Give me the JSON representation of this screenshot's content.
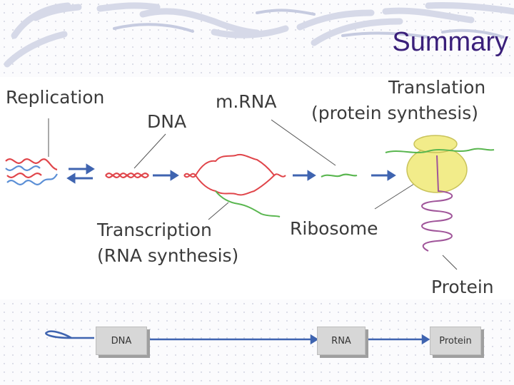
{
  "slide": {
    "title": "Summary"
  },
  "figure": {
    "labels": {
      "replication": "Replication",
      "dna": "DNA",
      "mrna": "m.RNA",
      "translation_line1": "Translation",
      "translation_line2": "(protein synthesis)",
      "transcription_line1": "Transcription",
      "transcription_line2": "(RNA synthesis)",
      "ribosome": "Ribosome",
      "protein": "Protein"
    }
  },
  "flow": {
    "boxes": [
      "DNA",
      "RNA",
      "Protein"
    ]
  },
  "colors": {
    "title": "#3a1f7a",
    "dna_red": "#e0454a",
    "dna_blue": "#5b8fd6",
    "rna_green": "#59b64f",
    "protein_purple": "#a0559a",
    "ribosome": "#f2ec8a",
    "arrow_blue": "#3f64b0"
  }
}
